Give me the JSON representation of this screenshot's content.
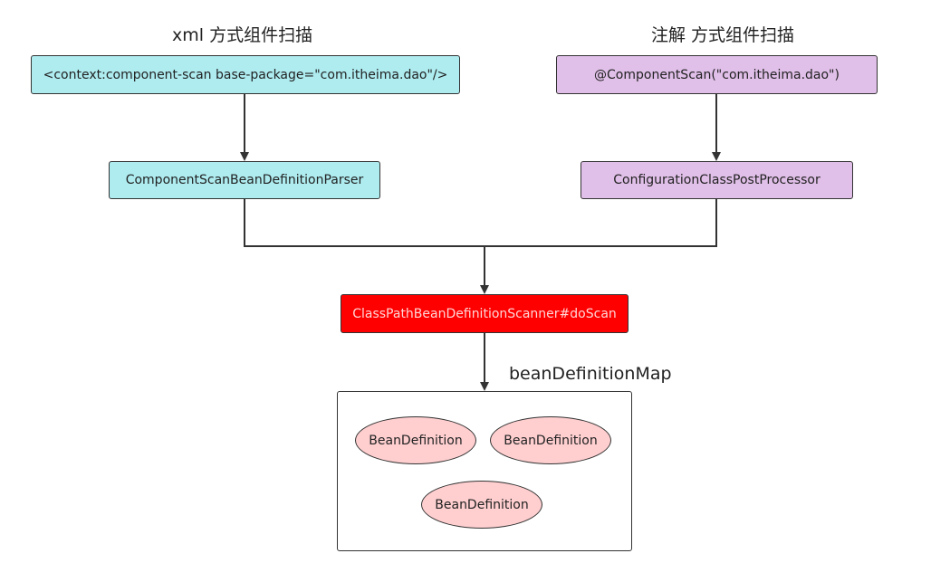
{
  "titles": {
    "xml": "xml 方式组件扫描",
    "annotation": "注解 方式组件扫描"
  },
  "nodes": {
    "xml_config": "<context:component-scan base-package=\"com.itheima.dao\"/>",
    "annotation_config": "@ComponentScan(\"com.itheima.dao\")",
    "xml_parser": "ComponentScanBeanDefinitionParser",
    "annotation_processor": "ConfigurationClassPostProcessor",
    "scanner": "ClassPathBeanDefinitionScanner#doScan"
  },
  "map": {
    "label": "beanDefinitionMap",
    "items": [
      "BeanDefinition",
      "BeanDefinition",
      "BeanDefinition"
    ]
  },
  "colors": {
    "xml_fill": "#aeecf0",
    "annotation_fill": "#e0bfe8",
    "scanner_fill": "#ff0000",
    "bean_fill": "#ffcfd0",
    "line": "#333333"
  }
}
